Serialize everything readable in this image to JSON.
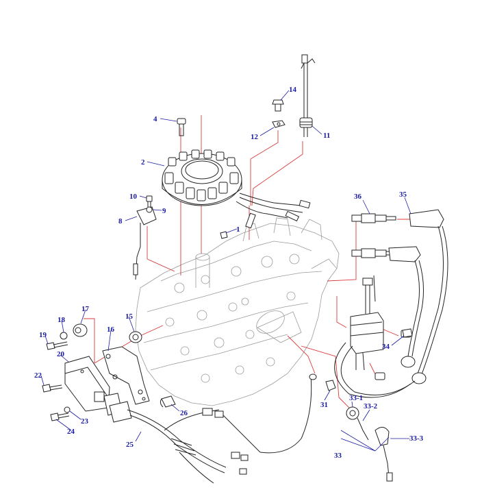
{
  "diagram": {
    "callouts": [
      {
        "id": "1",
        "text": "1"
      },
      {
        "id": "2",
        "text": "2"
      },
      {
        "id": "4",
        "text": "4"
      },
      {
        "id": "8",
        "text": "8"
      },
      {
        "id": "9",
        "text": "9"
      },
      {
        "id": "10",
        "text": "10"
      },
      {
        "id": "11",
        "text": "11"
      },
      {
        "id": "12",
        "text": "12"
      },
      {
        "id": "14",
        "text": "14"
      },
      {
        "id": "15",
        "text": "15"
      },
      {
        "id": "16",
        "text": "16"
      },
      {
        "id": "17",
        "text": "17"
      },
      {
        "id": "18",
        "text": "18"
      },
      {
        "id": "19",
        "text": "19"
      },
      {
        "id": "20",
        "text": "20"
      },
      {
        "id": "22",
        "text": "22"
      },
      {
        "id": "23",
        "text": "23"
      },
      {
        "id": "24",
        "text": "24"
      },
      {
        "id": "25",
        "text": "25"
      },
      {
        "id": "26",
        "text": "26"
      },
      {
        "id": "31",
        "text": "31"
      },
      {
        "id": "33",
        "text": "33"
      },
      {
        "id": "33-1",
        "text": "33-1"
      },
      {
        "id": "33-2",
        "text": "33-2"
      },
      {
        "id": "33-3",
        "text": "33-3"
      },
      {
        "id": "34",
        "text": "34"
      },
      {
        "id": "35",
        "text": "35"
      },
      {
        "id": "36",
        "text": "36"
      }
    ]
  }
}
